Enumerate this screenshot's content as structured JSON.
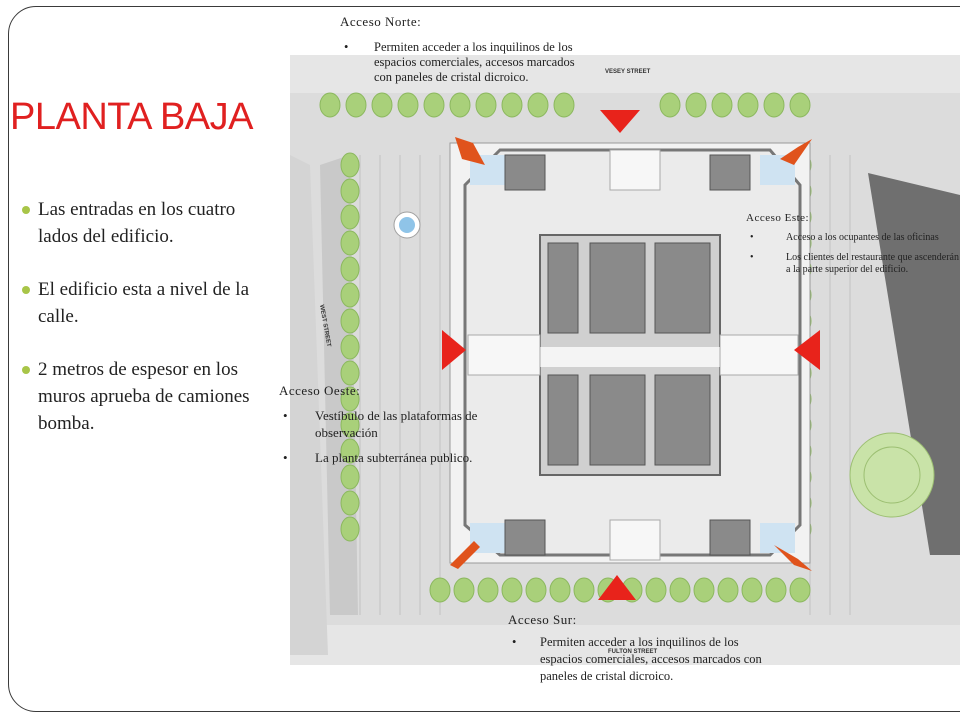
{
  "slide": {
    "title": "PLANTA BAJA",
    "bullets": [
      "Las entradas en los cuatro lados del edificio.",
      "El edificio esta a nivel de la calle.",
      "2 metros de espesor en los muros aprueba de camiones bomba."
    ]
  },
  "plan": {
    "street_north": "VESEY STREET",
    "street_west": "WEST STREET",
    "street_south": "FULTON STREET"
  },
  "notes": {
    "north": {
      "heading": "Acceso Norte:",
      "items": [
        "Permiten acceder a los inquilinos de los espacios comerciales, accesos marcados con paneles de cristal dicroico."
      ]
    },
    "east": {
      "heading": "Acceso Este:",
      "items": [
        "Acceso a los ocupantes de las oficinas",
        "Los clientes del restaurante que ascenderán a la parte superior del edificio."
      ]
    },
    "west": {
      "heading": "Acceso Oeste:",
      "items": [
        "Vestíbulo de las plataformas de observación",
        "La planta subterránea publico."
      ]
    },
    "south": {
      "heading": "Acceso Sur:",
      "items": [
        "Permiten acceder a los inquilinos de los espacios comerciales, accesos marcados con paneles de cristal dicroico."
      ]
    }
  },
  "colors": {
    "title": "#e02020",
    "bullet_dot": "#a8c548",
    "entrance_arrow": "#e8231b",
    "corner_arrow": "#e0531c",
    "tree": "#a9d07a",
    "core": "#8a8a8a"
  }
}
